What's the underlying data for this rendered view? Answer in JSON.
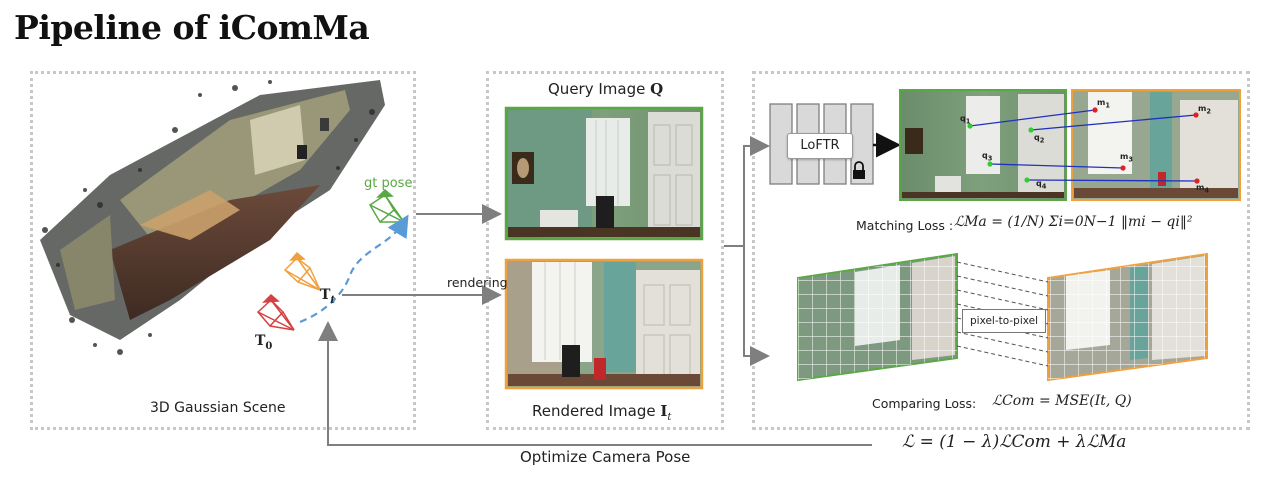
{
  "title": "Pipeline of iComMa",
  "scene": {
    "label": "3D Gaussian Scene",
    "gt_pose": "gt pose",
    "t0": "T",
    "t0_sub": "0",
    "tt": "T",
    "tt_sub": "t"
  },
  "middle": {
    "query_label": "Query Image",
    "query_symbol": "Q",
    "rendered_label": "Rendered Image",
    "rendered_symbol": "I",
    "rendered_sub": "t",
    "rendering": "rendering"
  },
  "right": {
    "loftr": "LoFTR",
    "matching_loss_label": "Matching Loss :",
    "matching_loss_formula": "ℒMa = (1/N) Σi=0N−1 ‖mi − qi‖²",
    "comparing_loss_label": "Comparing Loss:",
    "comparing_loss_formula": "ℒCom = MSE(It, Q)",
    "pixel_to_pixel": "pixel-to-pixel",
    "points_q": [
      "q1",
      "q2",
      "q3",
      "q4"
    ],
    "points_m": [
      "m1",
      "m2",
      "m3",
      "m4"
    ]
  },
  "bottom": {
    "optimize": "Optimize Camera Pose",
    "total_loss": "ℒ = (1 − λ)ℒCom + λℒMa"
  },
  "colors": {
    "green": "#5aa845",
    "orange": "#f0a03c",
    "red": "#d64040",
    "blue_dash": "#5b9bd5",
    "arrow": "#7f7f7f",
    "match_line": "#2030c0"
  }
}
